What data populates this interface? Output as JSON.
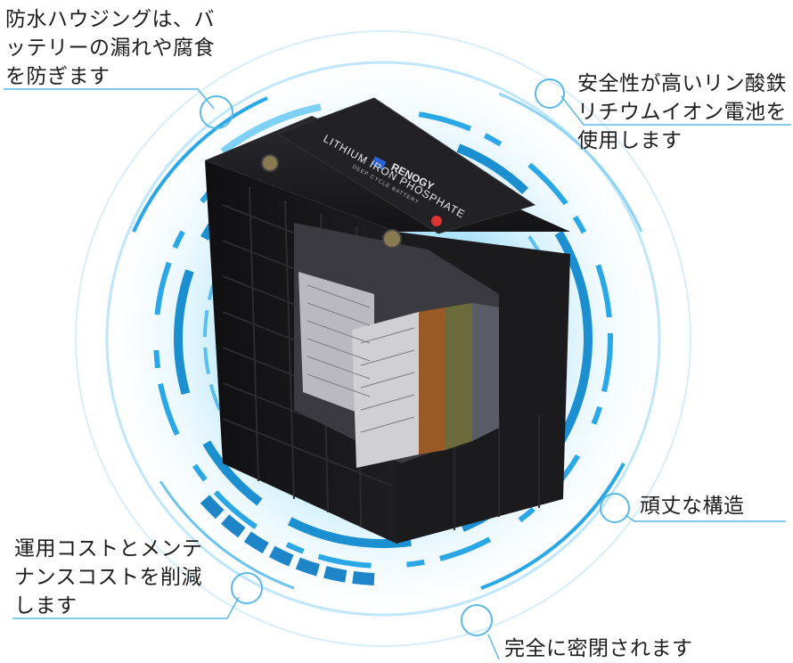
{
  "callouts": {
    "housing": "防水ハウジングは、バ\nッテリーの漏れや腐食\nを防ぎます",
    "lifepo4": "安全性が高いリン酸鉄\nリチウムイオン電池を\n使用します",
    "structure": "頑丈な構造",
    "cost": "運用コストとメンテ\nナンスコストを削減\nします",
    "sealed": "完全に密閉されます"
  },
  "battery": {
    "brand": "RENOGY",
    "label": "LITHIUM IRON PHOSPHATE",
    "sublabel": "DEEP CYCLE BATTERY"
  },
  "colors": {
    "ring": "#2aa7e6",
    "ring_light": "#bfe6fa",
    "glow": "#6ccdf7",
    "battery_body": "#161616",
    "battery_top": "#1f1f22",
    "brand_blue": "#2d62d6",
    "cell_orange": "#9a5a26",
    "cell_olive": "#6a6a3a"
  }
}
